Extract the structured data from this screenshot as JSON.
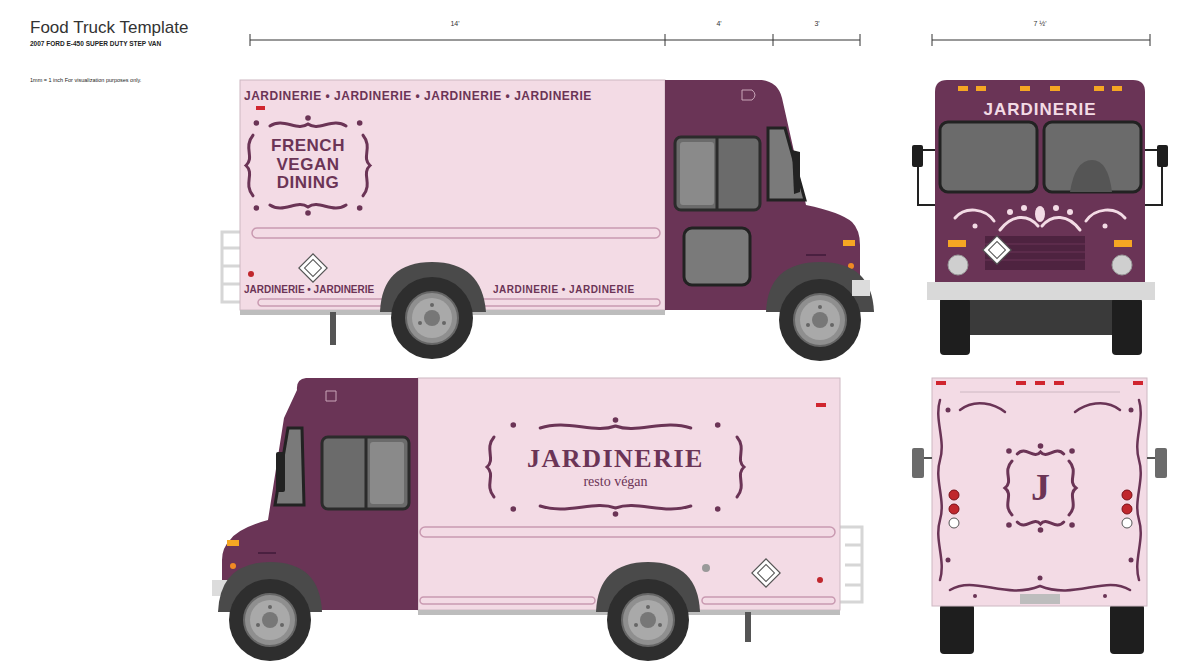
{
  "diagram": {
    "title": "Food Truck Template",
    "nodes": [
      {
        "text": [
          "FRENCH VEGAN DINING"
        ]
      },
      {
        "text": [
          "JARDINERIE",
          "resto végan"
        ]
      },
      {
        "text": [
          "J"
        ]
      }
    ],
    "labels": [
      "2007 FORD E-450 SUPER DUTY STEP VAN",
      "1mm = 1 inch For visualization purposes only.",
      "14'",
      "4'",
      "3'",
      "7 ½'",
      "JARDINERIE • JARDINERIE • JARDINERIE • JARDINERIE",
      "JARDINERIE • JARDINERIE",
      "JARDINERIE • JARDINERIE",
      "JARDINERIE"
    ]
  }
}
